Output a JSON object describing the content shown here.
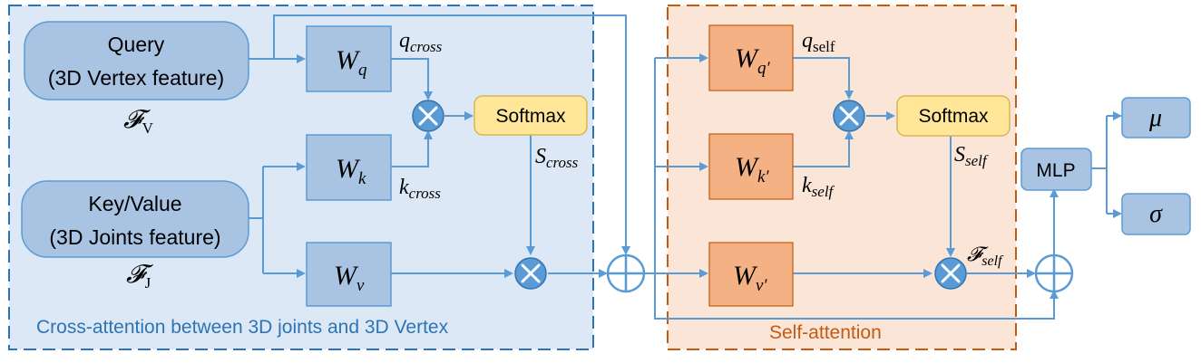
{
  "cross_panel": {
    "caption": "Cross-attention between 3D joints and 3D Vertex",
    "query_box": {
      "line1": "Query",
      "line2": "(3D Vertex feature)"
    },
    "query_symbol": "𝓕",
    "query_symbol_sub": "V",
    "kv_box": {
      "line1": "Key/Value",
      "line2": "(3D Joints feature)"
    },
    "kv_symbol": "𝓕",
    "kv_symbol_sub": "J",
    "wq": {
      "base": "W",
      "sub": "q"
    },
    "wk": {
      "base": "W",
      "sub": "k"
    },
    "wv": {
      "base": "W",
      "sub": "v"
    },
    "q_label": {
      "base": "q",
      "sub": "cross"
    },
    "k_label": {
      "base": "k",
      "sub": "cross"
    },
    "s_label": {
      "base": "S",
      "sub": "cross"
    },
    "softmax": "Softmax"
  },
  "self_panel": {
    "caption": "Self-attention",
    "wq": {
      "base": "W",
      "sub": "q′"
    },
    "wk": {
      "base": "W",
      "sub": "k′"
    },
    "wv": {
      "base": "W",
      "sub": "v′"
    },
    "q_label": {
      "base": "q",
      "sub": "self"
    },
    "k_label": {
      "base": "k",
      "sub": "self"
    },
    "s_label": {
      "base": "S",
      "sub": "self"
    },
    "f_label": {
      "base": "𝓕",
      "sub": "self"
    },
    "softmax": "Softmax"
  },
  "output": {
    "mlp": "MLP",
    "mu": "μ",
    "sigma": "σ"
  },
  "operators": {
    "multiply": "⊗",
    "add": "⊕"
  },
  "colors": {
    "line": "#5b9bd5",
    "blue_panel_fill": "#dce8f5",
    "blue_panel_border": "#2e74b5",
    "orange_panel_fill": "#fbe5d6",
    "orange_panel_border": "#c55a11",
    "blue_box": "#a9c4e3",
    "orange_box": "#f4b183",
    "softmax_box": "#ffe699"
  }
}
